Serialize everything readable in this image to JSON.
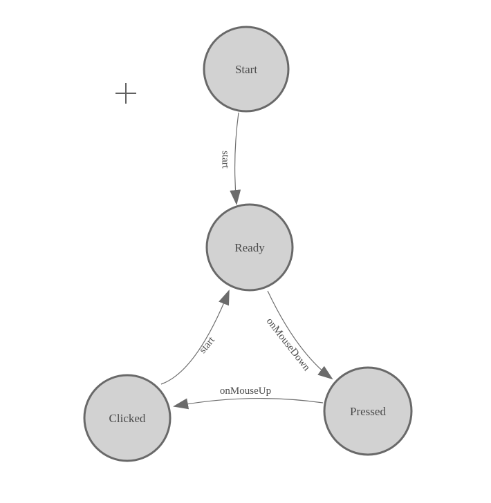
{
  "diagram": {
    "type": "finite-state-machine",
    "nodes": [
      {
        "id": "start",
        "label": "Start"
      },
      {
        "id": "ready",
        "label": "Ready"
      },
      {
        "id": "clicked",
        "label": "Clicked"
      },
      {
        "id": "pressed",
        "label": "Pressed"
      }
    ],
    "edges": [
      {
        "from": "start",
        "to": "ready",
        "label": "start"
      },
      {
        "from": "ready",
        "to": "pressed",
        "label": "onMouseDown"
      },
      {
        "from": "pressed",
        "to": "clicked",
        "label": "onMouseUp"
      },
      {
        "from": "clicked",
        "to": "ready",
        "label": "start"
      }
    ],
    "colors": {
      "background": "#ffffff",
      "node_fill": "#d2d2d2",
      "node_stroke": "#696969",
      "edge_stroke": "#6e6e6e",
      "arrow_fill": "#6b6b6b",
      "label_text": "#4a4a4a",
      "crosshair": "#616161"
    },
    "icons": {
      "crosshair": "plus-crosshair-icon"
    }
  }
}
